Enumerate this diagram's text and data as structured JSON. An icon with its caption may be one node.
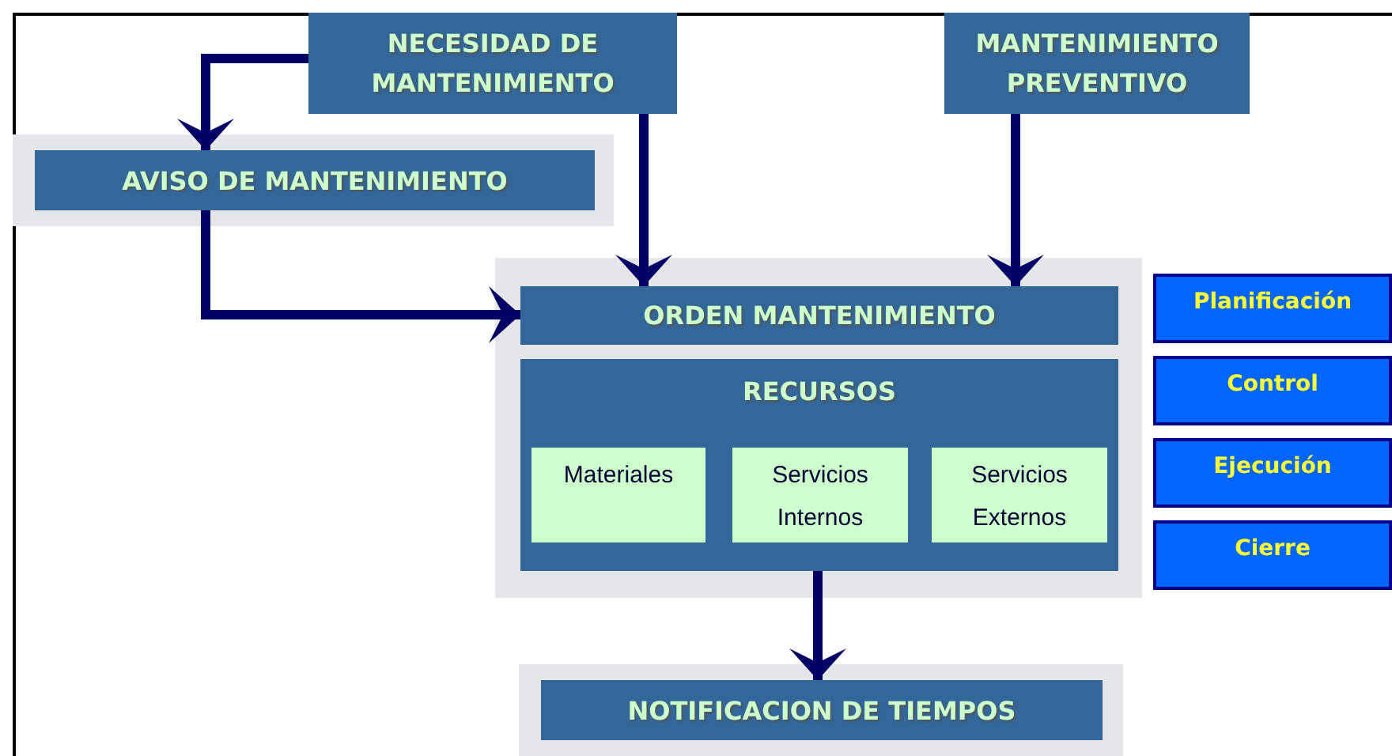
{
  "diagram": {
    "nodes": [
      {
        "text": [
          "NECESIDAD DE MANTENIMIENTO"
        ]
      },
      {
        "text": [
          "MANTENIMIENTO PREVENTIVO"
        ]
      },
      {
        "text": [
          "AVISO DE MANTENIMIENTO"
        ]
      },
      {
        "text": [
          "ORDEN MANTENIMIENTO"
        ]
      },
      {
        "text": [
          "RECURSOS"
        ]
      },
      {
        "text": [
          "Materiales"
        ],
        "in": 4
      },
      {
        "text": [
          "Servicios Internos"
        ],
        "in": 4
      },
      {
        "text": [
          "Servicios Externos"
        ],
        "in": 4
      },
      {
        "text": [
          "NOTIFICACION DE TIEMPOS"
        ]
      },
      {
        "text": [
          "Planificación"
        ]
      },
      {
        "text": [
          "Control"
        ]
      },
      {
        "text": [
          "Ejecución"
        ]
      },
      {
        "text": [
          "Cierre"
        ]
      }
    ],
    "edges": [
      {
        "from": 0,
        "to": 2,
        "arrow": "to"
      },
      {
        "from": 0,
        "to": 3,
        "arrow": "to"
      },
      {
        "from": 1,
        "to": 3,
        "arrow": "to"
      },
      {
        "from": 2,
        "to": 3,
        "arrow": "to"
      },
      {
        "from": 4,
        "to": 8,
        "arrow": "to"
      }
    ]
  }
}
